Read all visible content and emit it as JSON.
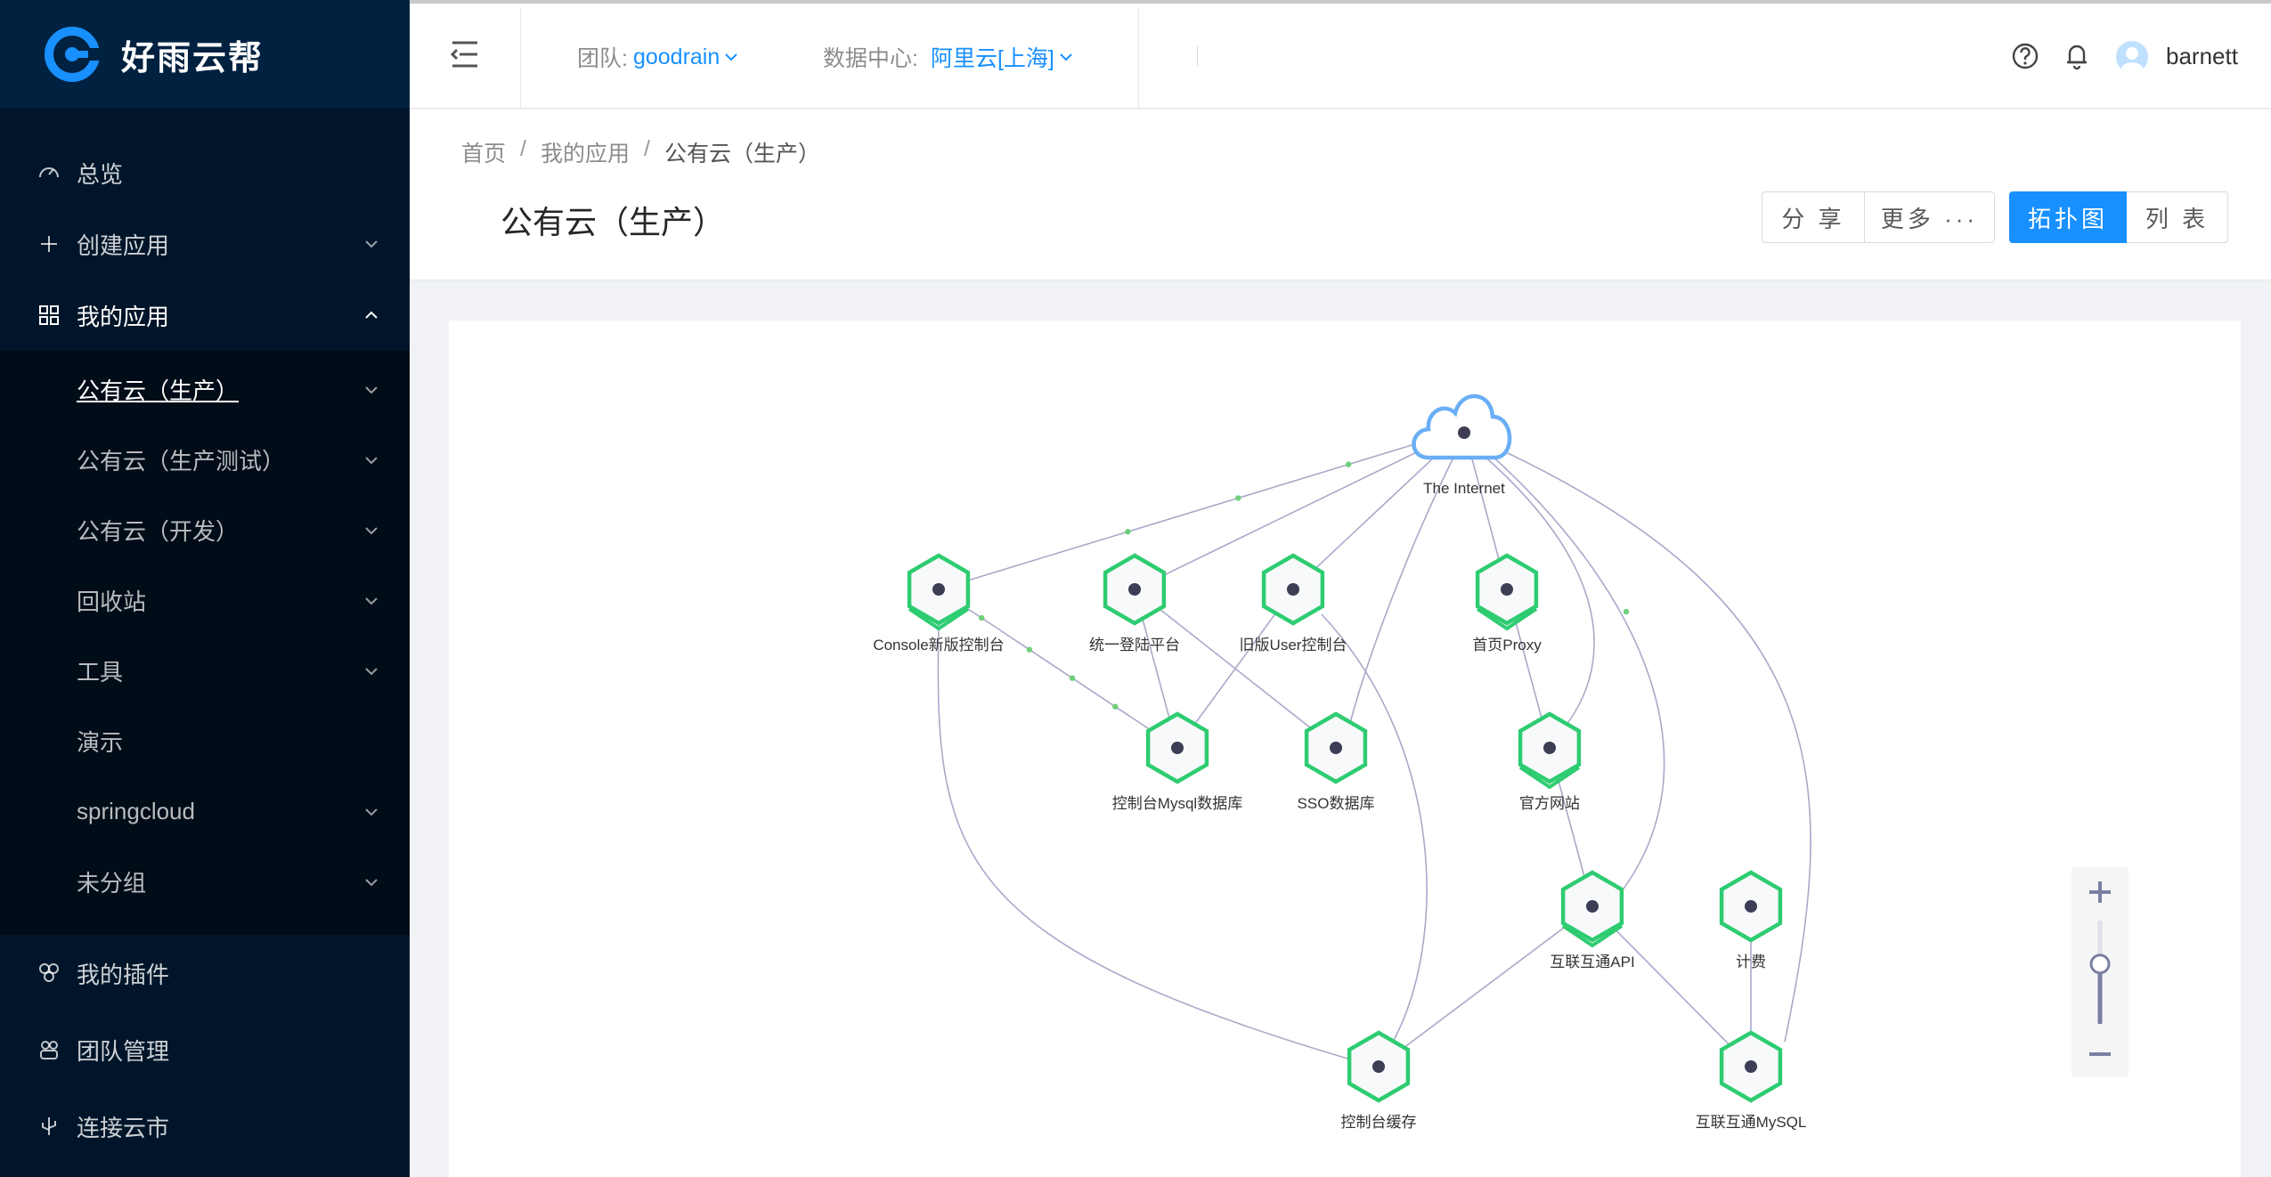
{
  "brand": {
    "name": "好雨云帮"
  },
  "sidebar": {
    "items": [
      {
        "label": "总览",
        "icon": "dashboard-icon"
      },
      {
        "label": "创建应用",
        "icon": "plus-icon"
      },
      {
        "label": "我的应用",
        "icon": "apps-icon"
      },
      {
        "label": "我的插件",
        "icon": "plugin-icon"
      },
      {
        "label": "团队管理",
        "icon": "team-icon"
      },
      {
        "label": "连接云市",
        "icon": "usb-icon"
      }
    ],
    "sub_items": [
      {
        "label": "公有云（生产）"
      },
      {
        "label": "公有云（生产测试）"
      },
      {
        "label": "公有云（开发）"
      },
      {
        "label": "回收站"
      },
      {
        "label": "工具"
      },
      {
        "label": "演示"
      },
      {
        "label": "springcloud"
      },
      {
        "label": "未分组"
      }
    ]
  },
  "header": {
    "team_label": "团队:",
    "team_value": "goodrain",
    "datacenter_label": "数据中心:",
    "datacenter_value": "阿里云[上海]",
    "username": "barnett"
  },
  "breadcrumb": [
    "首页",
    "我的应用",
    "公有云（生产）"
  ],
  "page": {
    "title": "公有云（生产）",
    "share_label": "分 享",
    "more_label": "更多 ···",
    "topology_label": "拓扑图",
    "list_label": "列 表"
  },
  "topology": {
    "nodes": [
      {
        "id": "internet",
        "label": "The Internet",
        "shape": "cloud"
      },
      {
        "id": "console",
        "label": "Console新版控制台",
        "shape": "hexagon-stack"
      },
      {
        "id": "sso-platform",
        "label": "统一登陆平台",
        "shape": "hexagon"
      },
      {
        "id": "old-user",
        "label": "旧版User控制台",
        "shape": "hexagon"
      },
      {
        "id": "home-proxy",
        "label": "首页Proxy",
        "shape": "hexagon-stack"
      },
      {
        "id": "console-mysql",
        "label": "控制台Mysql数据库",
        "shape": "hexagon"
      },
      {
        "id": "sso-db",
        "label": "SSO数据库",
        "shape": "hexagon"
      },
      {
        "id": "website",
        "label": "官方网站",
        "shape": "hexagon-stack"
      },
      {
        "id": "interconnect-api",
        "label": "互联互通API",
        "shape": "hexagon-stack"
      },
      {
        "id": "billing",
        "label": "计费",
        "shape": "hexagon"
      },
      {
        "id": "console-cache",
        "label": "控制台缓存",
        "shape": "hexagon"
      },
      {
        "id": "interconnect-mysql",
        "label": "互联互通MySQL",
        "shape": "hexagon"
      }
    ],
    "edges": [
      [
        "internet",
        "console"
      ],
      [
        "internet",
        "sso-platform"
      ],
      [
        "internet",
        "old-user"
      ],
      [
        "internet",
        "home-proxy"
      ],
      [
        "internet",
        "sso-db"
      ],
      [
        "internet",
        "website"
      ],
      [
        "internet",
        "interconnect-api"
      ],
      [
        "internet",
        "interconnect-mysql"
      ],
      [
        "console",
        "console-mysql"
      ],
      [
        "console",
        "console-cache"
      ],
      [
        "sso-platform",
        "console-mysql"
      ],
      [
        "sso-platform",
        "sso-db"
      ],
      [
        "old-user",
        "console-mysql"
      ],
      [
        "old-user",
        "console-cache"
      ],
      [
        "home-proxy",
        "website"
      ],
      [
        "website",
        "interconnect-api"
      ],
      [
        "interconnect-api",
        "console-cache"
      ],
      [
        "interconnect-api",
        "interconnect-mysql"
      ],
      [
        "billing",
        "interconnect-mysql"
      ]
    ],
    "colors": {
      "node": "#2ecc71",
      "edge": "#a9a9c9",
      "cloud": "#6aaef5",
      "dot": "#3d3d56"
    }
  },
  "zoom": {
    "level": 0.58
  }
}
